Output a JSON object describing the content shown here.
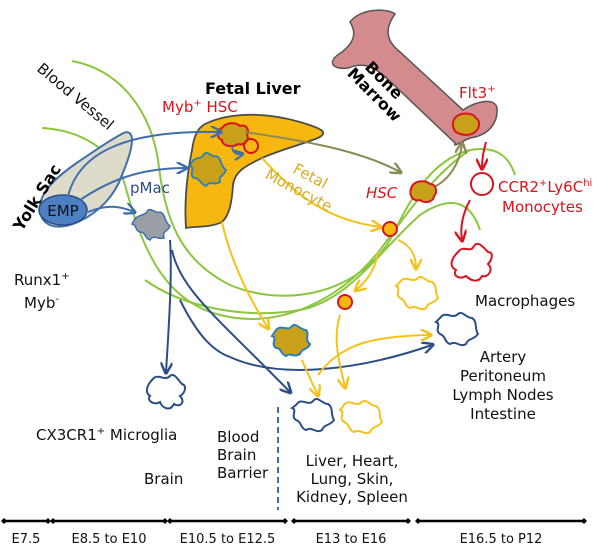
{
  "colors": {
    "vessel_green": "#8cc63f",
    "macrophage_blue": "#2c4e86",
    "pmac_blue": "#3e6fad",
    "fetal_gold": "#f6b80e",
    "monocyte_yellow": "#f5c21b",
    "hsc_red": "#d8141e",
    "bone_pink": "#d48b8e",
    "hsc_path_olive": "#8a8a55",
    "yolk_sac_fill": "#dedbcb",
    "emp_fill": "#4d7fc3"
  },
  "labels": {
    "blood_vessel": "Blood Vessel",
    "fetal_liver": "Fetal Liver",
    "bone_marrow_line1": "Bone",
    "bone_marrow_line2": "Marrow",
    "yolk_sac": "Yolk Sac",
    "emp": "EMP",
    "pmac": "pMac",
    "runx1": "Runx1",
    "runx1_sup": "+",
    "myb_neg": "Myb",
    "myb_neg_sup": "-",
    "myb_hsc_main": "Myb",
    "myb_hsc_sup": "+",
    "myb_hsc_tail": " HSC",
    "flt3": "Flt3",
    "flt3_sup": "+",
    "hsc": "HSC",
    "fetal_monocyte_line1": "Fetal",
    "fetal_monocyte_line2": "Monocyte",
    "ccr2_a": "CCR2",
    "ccr2_sup": "+",
    "ccr2_b": "Ly6C",
    "ccr2_sup2": "hi",
    "monocytes": "Monocytes",
    "macrophages": "Macrophages",
    "microglia_a": "CX3CR1",
    "microglia_sup": "+",
    "microglia_b": " Microglia",
    "brain": "Brain",
    "bbb_line1": "Blood",
    "bbb_line2": "Brain",
    "bbb_line3": "Barrier",
    "organs_line1": "Liver, Heart,",
    "organs_line2": "Lung, Skin,",
    "organs_line3": "Kidney, Spleen",
    "sites_line1": "Artery",
    "sites_line2": "Peritoneum",
    "sites_line3": "Lymph Nodes",
    "sites_line4": "Intestine"
  },
  "timeline": [
    {
      "label": "E7.5"
    },
    {
      "label": "E8.5 to E10"
    },
    {
      "label": "E10.5 to E12.5"
    },
    {
      "label": "E13 to E16"
    },
    {
      "label": "E16.5 to P12"
    }
  ]
}
